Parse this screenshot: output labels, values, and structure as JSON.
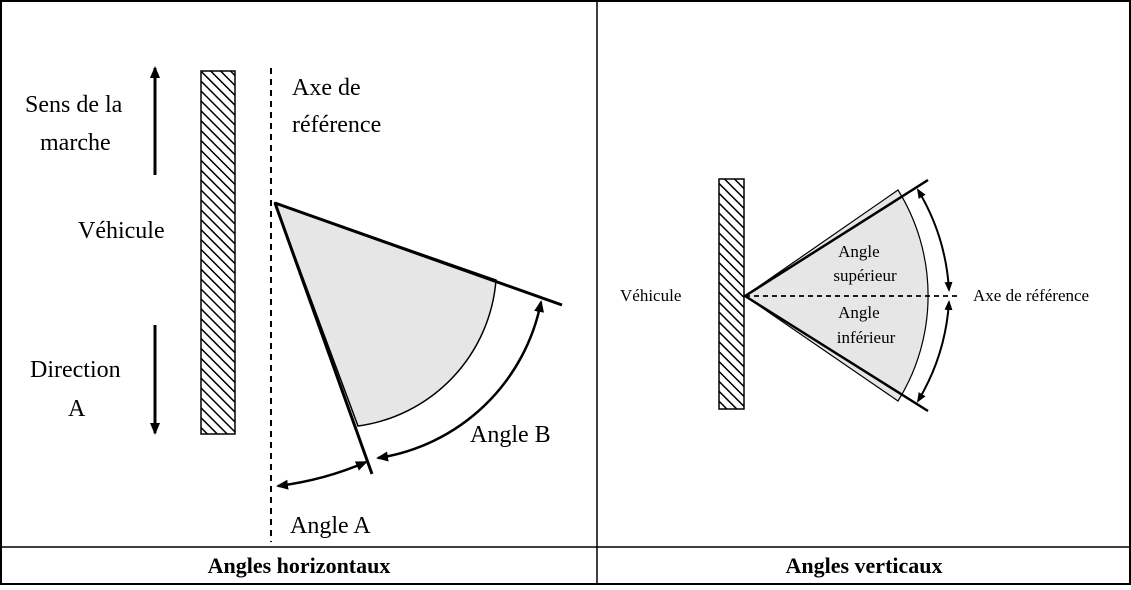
{
  "horizontal": {
    "direction_of_travel": [
      "Sens de la",
      "marche"
    ],
    "vehicle": "Véhicule",
    "direction_a": [
      "Direction",
      "A"
    ],
    "reference_axis": [
      "Axe de",
      "référence"
    ],
    "angle_a": "Angle A",
    "angle_b": "Angle B",
    "caption": "Angles horizontaux"
  },
  "vertical": {
    "vehicle": "Véhicule",
    "upper_angle": [
      "Angle",
      "supérieur"
    ],
    "lower_angle": [
      "Angle",
      "inférieur"
    ],
    "reference_axis": "Axe de référence",
    "caption": "Angles verticaux"
  }
}
